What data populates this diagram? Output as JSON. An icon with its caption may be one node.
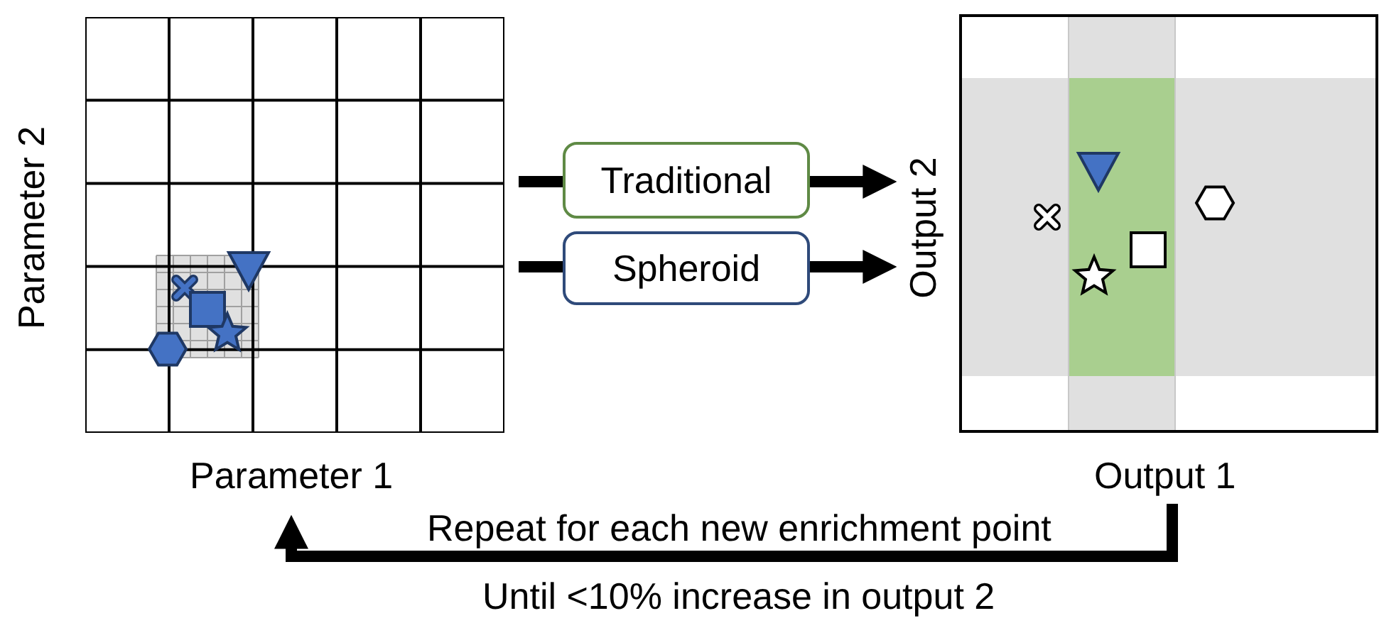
{
  "diagram": {
    "nodes": [
      {
        "text": [],
        "shape": "picture",
        "beside": [
          "Parameter 2",
          "Parameter 1"
        ]
      },
      {
        "text": [
          "Traditional"
        ]
      },
      {
        "text": [
          "Spheroid"
        ]
      },
      {
        "text": [],
        "shape": "picture",
        "beside": [
          "Output 2",
          "Output 1"
        ]
      }
    ],
    "edges": [
      {
        "from": 0,
        "to": 1,
        "arrow": "none"
      },
      {
        "from": 1,
        "to": 3,
        "arrow": "to"
      },
      {
        "from": 0,
        "to": 2,
        "arrow": "none"
      },
      {
        "from": 2,
        "to": 3,
        "arrow": "to"
      },
      {
        "from": 3,
        "to": 0,
        "arrow": "to",
        "label": "Repeat for each new enrichment point"
      }
    ],
    "labels": [
      "Until <10% increase in output 2"
    ]
  }
}
